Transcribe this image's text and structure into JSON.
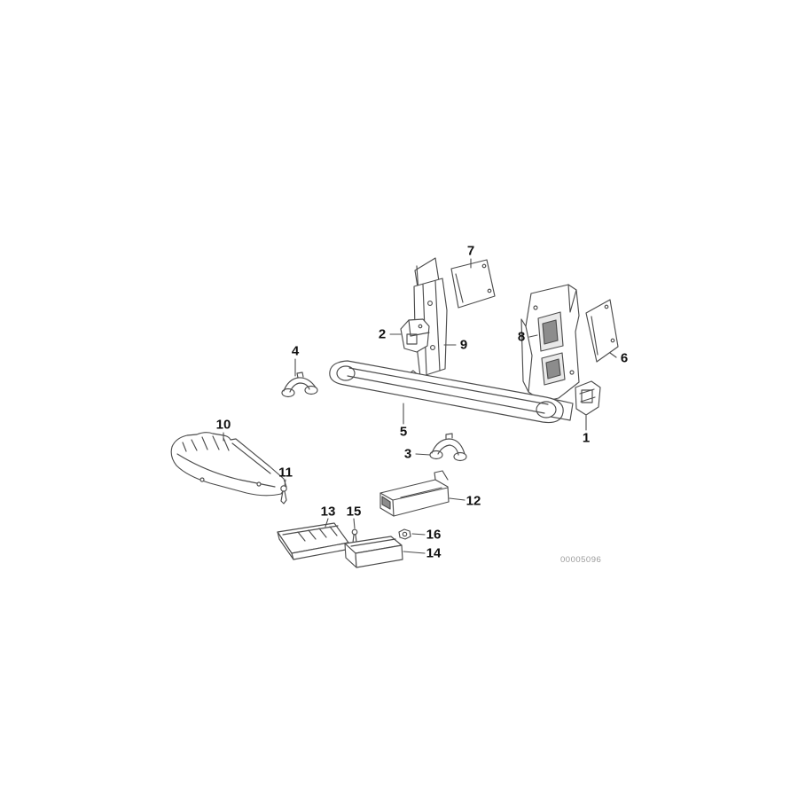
{
  "diagram": {
    "watermark": "00005096",
    "colors": {
      "background": "#ffffff",
      "line": "#4d4d4d",
      "label": "#111111",
      "watermark": "#9a9a9a",
      "inset": "#e9e9e9",
      "opening": "#8c8c8c"
    },
    "callouts": {
      "c1": "1",
      "c2": "2",
      "c3": "3",
      "c4": "4",
      "c5": "5",
      "c6": "6",
      "c7": "7",
      "c8": "8",
      "c9": "9",
      "c10": "10",
      "c11": "11",
      "c12": "12",
      "c13": "13",
      "c14": "14",
      "c15": "15",
      "c16": "16"
    }
  }
}
